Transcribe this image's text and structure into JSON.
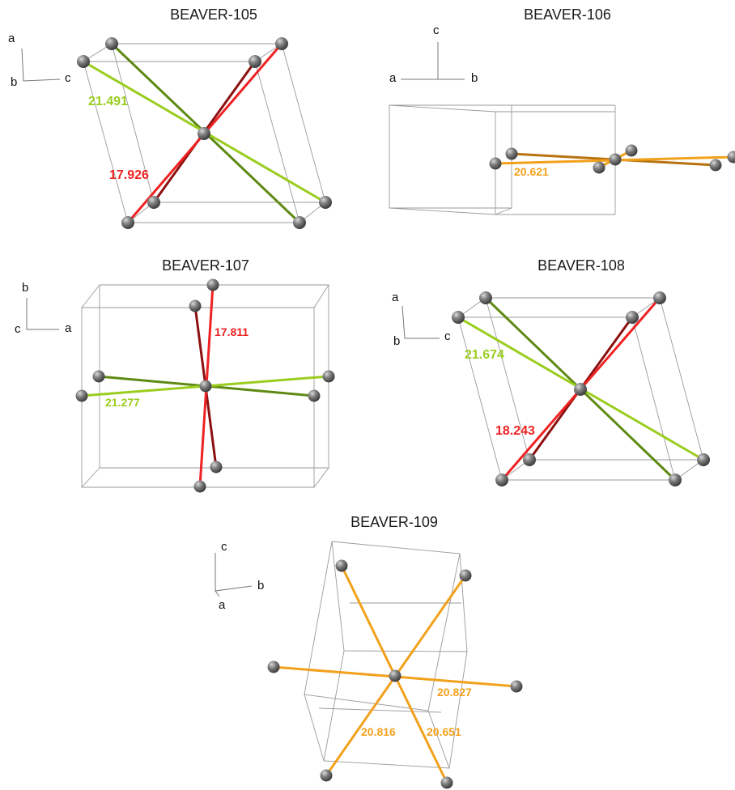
{
  "colors": {
    "green": "#9acd1e",
    "green_dark": "#5e8a14",
    "red": "#ee2222",
    "red_dark": "#8c1010",
    "orange": "#f2a11c",
    "orange_dark": "#b8720f",
    "atom": "#6e6e6e"
  },
  "panels": {
    "p105": {
      "title": "BEAVER-105",
      "axes": {
        "a": "a",
        "b": "b",
        "c": "c"
      },
      "distances": [
        {
          "value": "21.491",
          "color": "green"
        },
        {
          "value": "17.926",
          "color": "red"
        }
      ]
    },
    "p106": {
      "title": "BEAVER-106",
      "axes": {
        "a": "a",
        "b": "b",
        "c": "c"
      },
      "distances": [
        {
          "value": "20.621",
          "color": "orange"
        }
      ]
    },
    "p107": {
      "title": "BEAVER-107",
      "axes": {
        "a": "a",
        "b": "b",
        "c": "c"
      },
      "distances": [
        {
          "value": "17.811",
          "color": "red"
        },
        {
          "value": "21.277",
          "color": "green"
        }
      ]
    },
    "p108": {
      "title": "BEAVER-108",
      "axes": {
        "a": "a",
        "b": "b",
        "c": "c"
      },
      "distances": [
        {
          "value": "21.674",
          "color": "green"
        },
        {
          "value": "18.243",
          "color": "red"
        }
      ]
    },
    "p109": {
      "title": "BEAVER-109",
      "axes": {
        "a": "a",
        "b": "b",
        "c": "c"
      },
      "distances": [
        {
          "value": "20.827",
          "color": "orange"
        },
        {
          "value": "20.816",
          "color": "orange"
        },
        {
          "value": "20.651",
          "color": "orange"
        }
      ]
    }
  }
}
